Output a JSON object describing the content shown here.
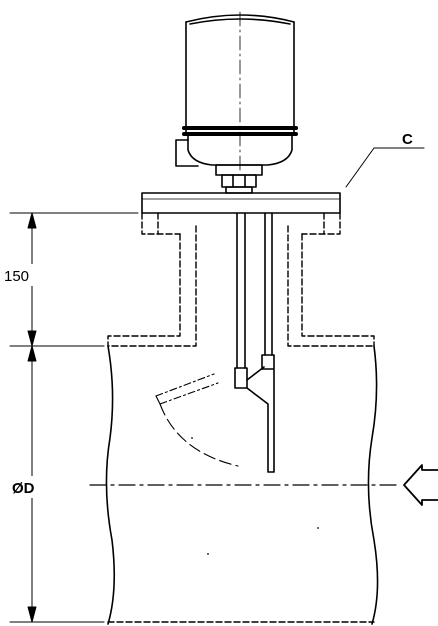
{
  "diagram": {
    "labels": {
      "dimension_vertical": "150",
      "diameter": "ØD",
      "callout": "C"
    },
    "colors": {
      "ink": "#000000",
      "paper": "#ffffff"
    }
  }
}
